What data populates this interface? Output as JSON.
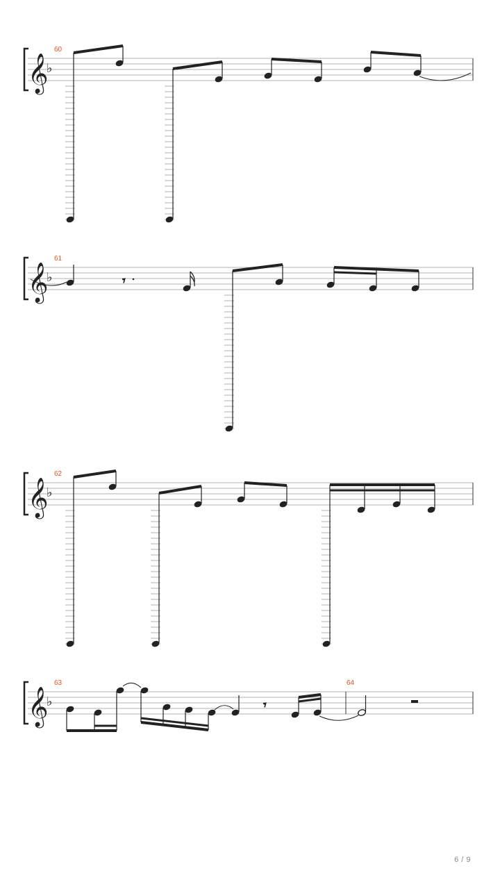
{
  "page": {
    "current": 6,
    "total": 9,
    "label": "6 / 9"
  },
  "colors": {
    "measure_number": "#e8531e",
    "staff_line": "#b0b0b0",
    "ink": "#1a1a1a"
  },
  "score": {
    "clef": "treble",
    "key_signature": "F major (1 flat: B♭)",
    "systems": [
      {
        "measures": [
          {
            "number": "60"
          }
        ]
      },
      {
        "measures": [
          {
            "number": "61"
          }
        ]
      },
      {
        "measures": [
          {
            "number": "62"
          }
        ]
      },
      {
        "measures": [
          {
            "number": "63"
          },
          {
            "number": "64"
          }
        ]
      }
    ]
  }
}
